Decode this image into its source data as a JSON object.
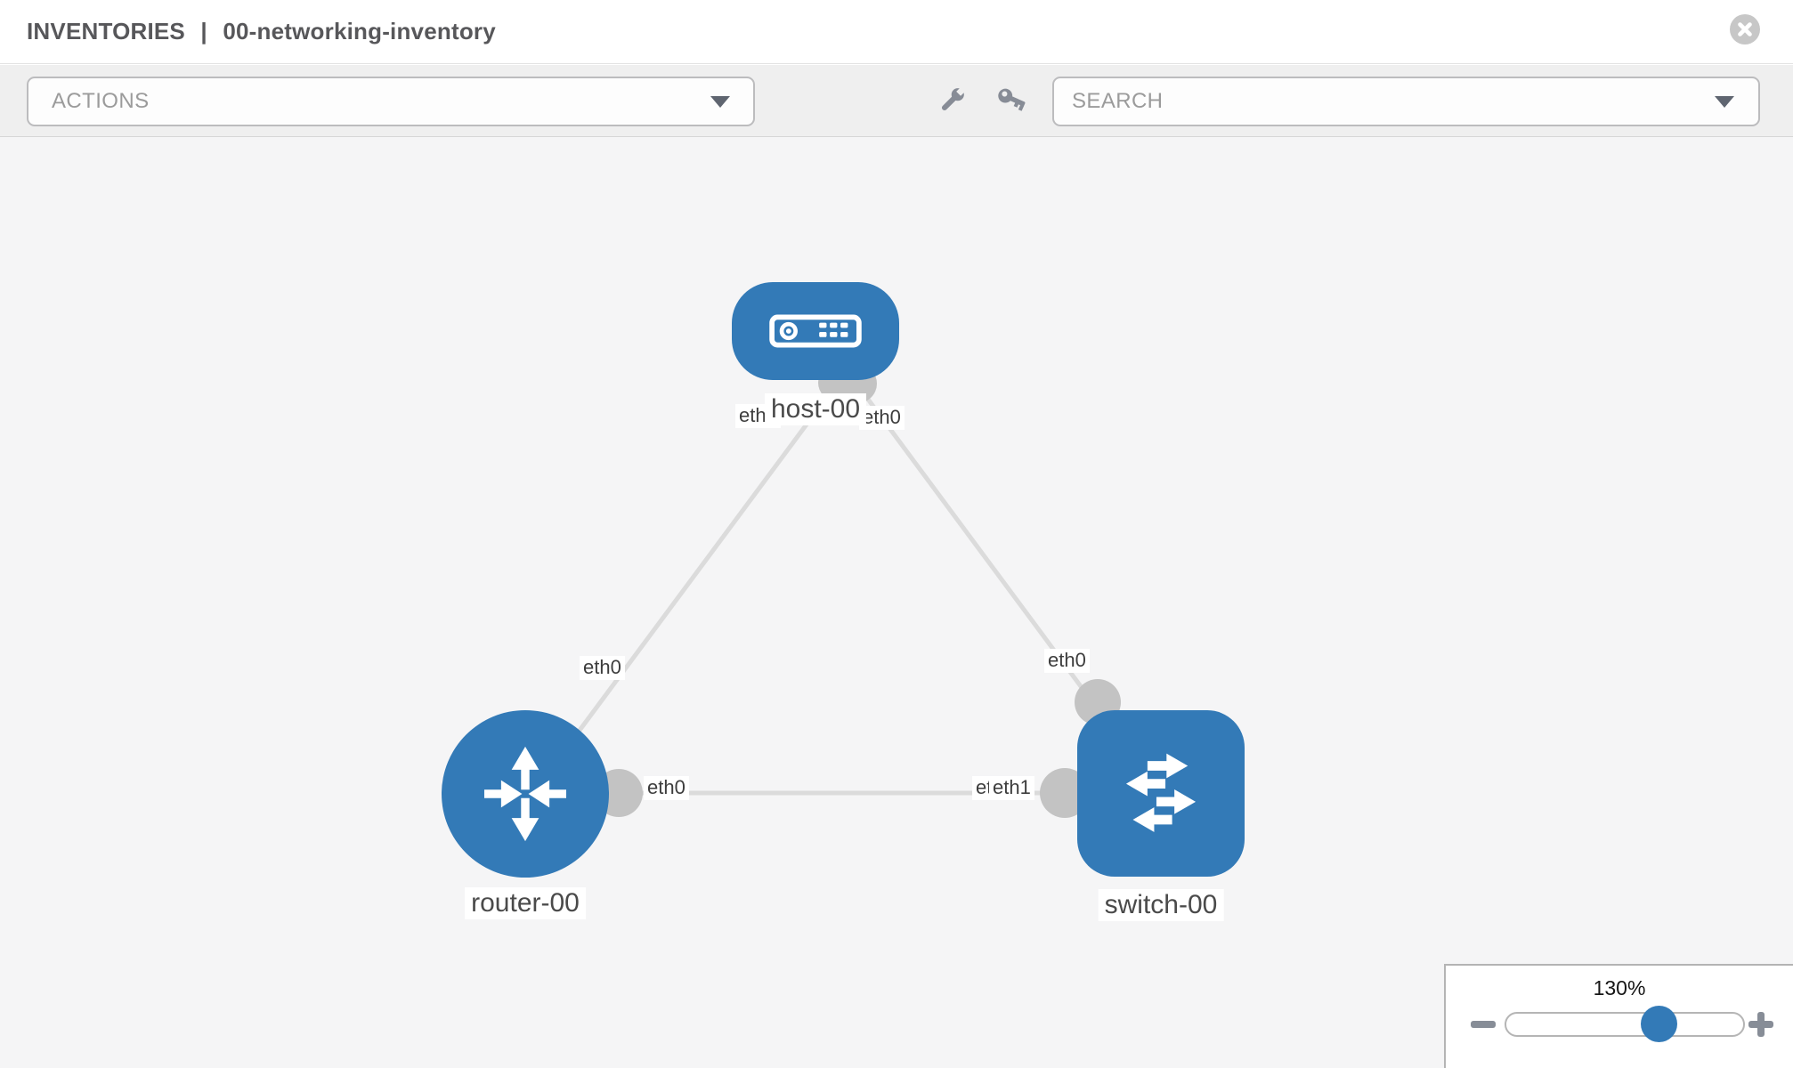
{
  "window": {
    "title_prefix": "INVENTORIES",
    "title_separator": "|",
    "title_name": "00-networking-inventory",
    "close_icon": "x-circle-icon"
  },
  "toolbar": {
    "actions_label": "ACTIONS",
    "search_placeholder": "SEARCH",
    "icons": [
      "wrench-icon",
      "key-icon",
      "chevron-down-icon"
    ]
  },
  "topology": {
    "nodes": [
      {
        "id": "host-00",
        "label": "host-00",
        "type": "host",
        "icon": "host-icon",
        "color": "#337ab7"
      },
      {
        "id": "router-00",
        "label": "router-00",
        "type": "router",
        "icon": "router-icon",
        "color": "#337ab7"
      },
      {
        "id": "switch-00",
        "label": "switch-00",
        "type": "switch",
        "icon": "switch-icon",
        "color": "#337ab7"
      }
    ],
    "links": [
      {
        "source": "host-00",
        "source_interface": "eth0",
        "target": "router-00",
        "target_interface": "eth0"
      },
      {
        "source": "host-00",
        "source_interface": "eth0",
        "target": "switch-00",
        "target_interface": "eth0"
      },
      {
        "source": "router-00",
        "source_interface": "eth0",
        "target": "switch-00",
        "target_interface": "eth1",
        "obscured_interface_label": "eth0"
      }
    ]
  },
  "zoom_control": {
    "level": "130%",
    "zoom_out_icon": "minus-icon",
    "zoom_in_icon": "plus-icon"
  },
  "colors": {
    "node_fill": "#337ab7",
    "link": "#dbdbdb",
    "endpoint": "#c3c3c3",
    "toolbar_bg": "#efefef",
    "canvas_bg": "#f5f5f6"
  }
}
